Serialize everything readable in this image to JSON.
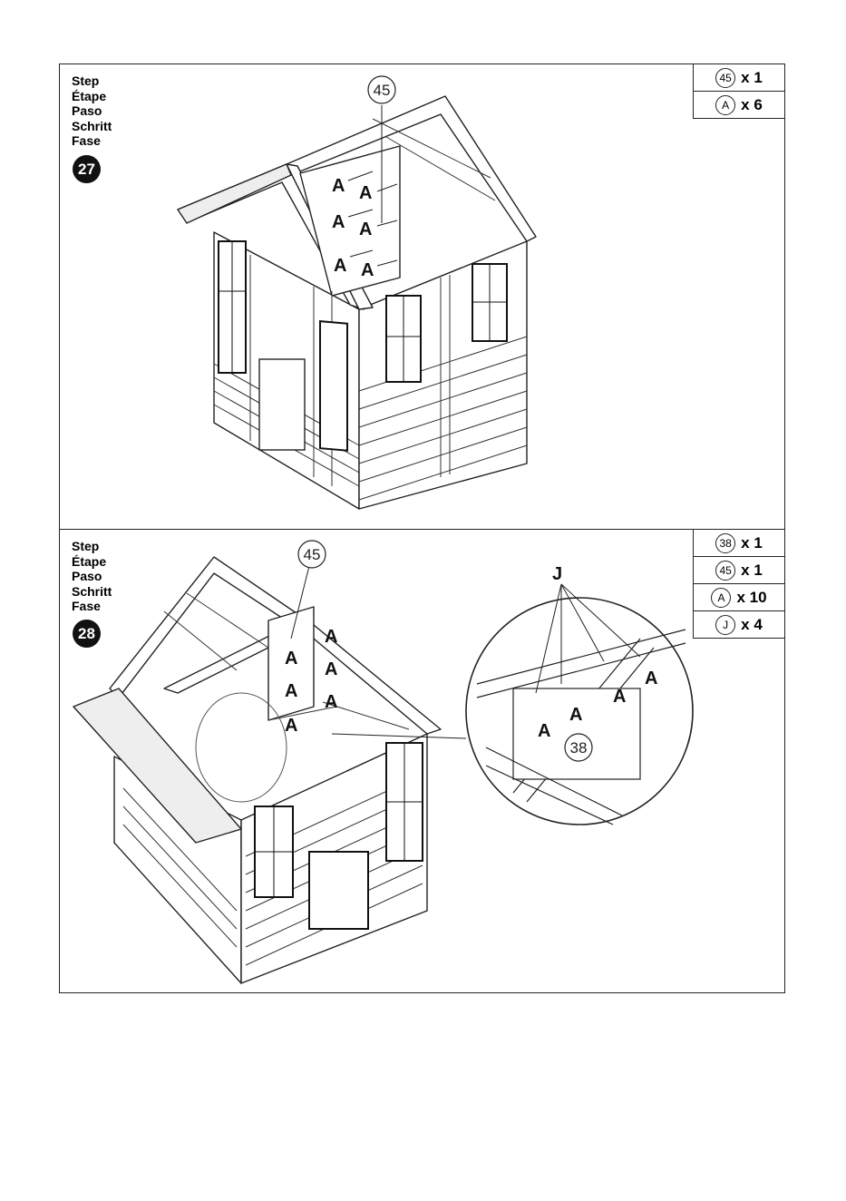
{
  "step_words": [
    "Step",
    "Étape",
    "Paso",
    "Schritt",
    "Fase"
  ],
  "steps": [
    {
      "number": "27",
      "parts": [
        {
          "id": "45",
          "qty": "x 1"
        },
        {
          "id": "A",
          "qty": "x 6"
        }
      ],
      "callout": "45",
      "screw_label": "A"
    },
    {
      "number": "28",
      "parts": [
        {
          "id": "38",
          "qty": "x 1"
        },
        {
          "id": "45",
          "qty": "x 1"
        },
        {
          "id": "A",
          "qty": "x 10"
        },
        {
          "id": "J",
          "qty": "x 4"
        }
      ],
      "callout": "45",
      "detail_callout": "38",
      "screw_label": "A",
      "bracket_label": "J"
    }
  ]
}
